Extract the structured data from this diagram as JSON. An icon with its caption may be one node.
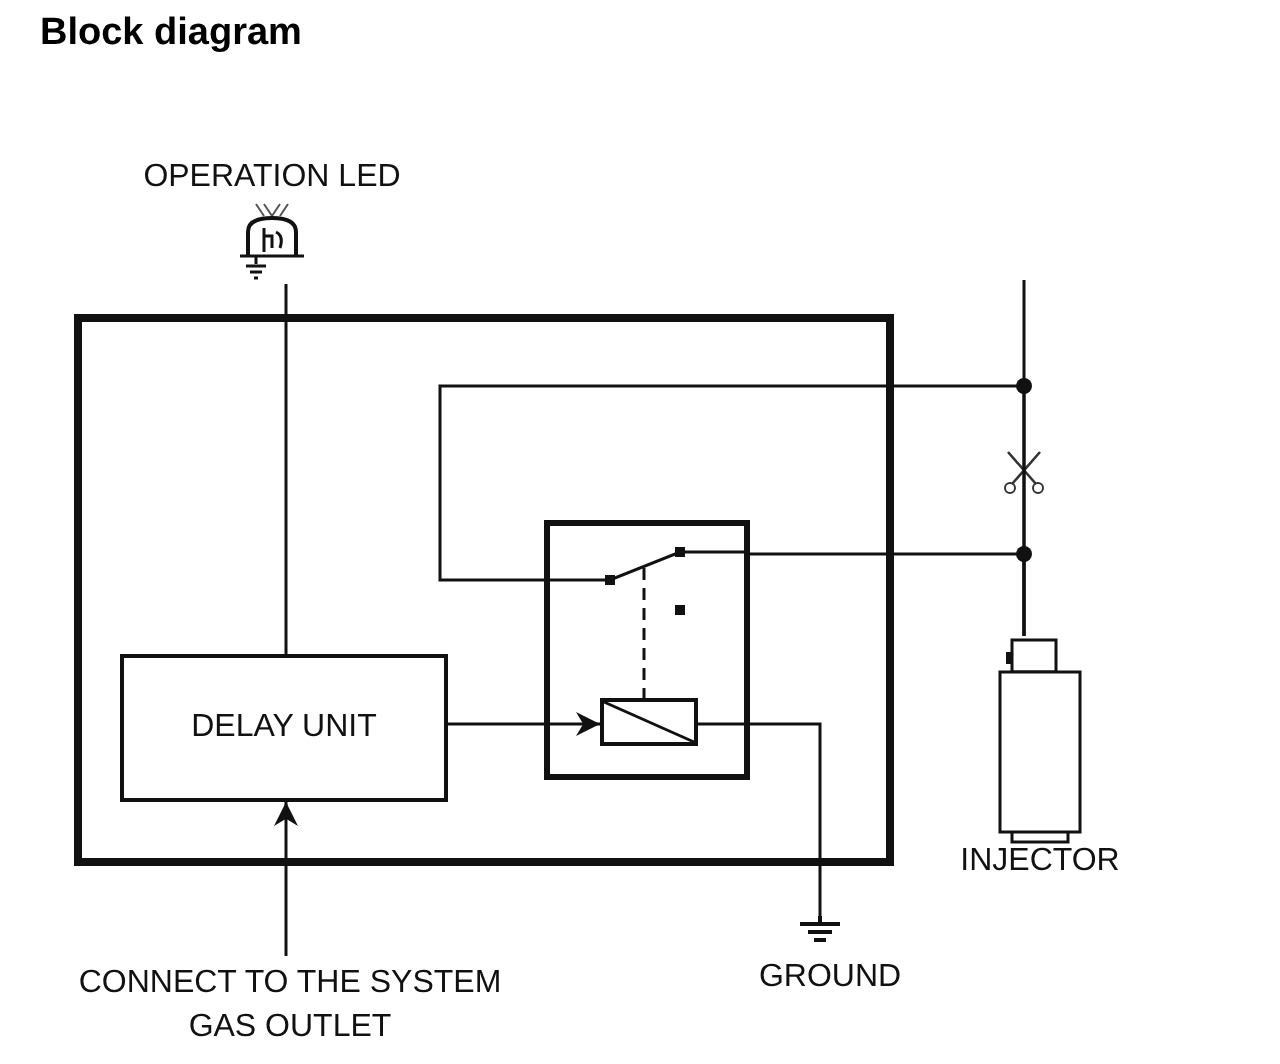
{
  "diagram": {
    "title": "Block diagram",
    "nodes": [
      {
        "text": [],
        "shape": "box"
      },
      {
        "text": [
          "DELAY UNIT"
        ],
        "in": 0
      },
      {
        "text": [],
        "shape": "box",
        "in": 0
      },
      {
        "text": [],
        "shape": "box",
        "in": 2
      },
      {
        "text": [
          "OPERATION LED"
        ]
      },
      {
        "text": [
          "CONNECT TO THE SYSTEM GAS OUTLET"
        ]
      },
      {
        "text": [
          "GROUND"
        ]
      },
      {
        "text": [
          "INJECTOR"
        ]
      }
    ],
    "edges": [
      {
        "from": 1,
        "to": 4,
        "arrow": "none"
      },
      {
        "from": 5,
        "to": 1,
        "arrow": "to"
      },
      {
        "from": 1,
        "to": 3,
        "arrow": "to"
      },
      {
        "from": 3,
        "to": 6,
        "arrow": "none"
      },
      {
        "from": 2,
        "to": 7,
        "arrow": "none"
      },
      {
        "from": 2,
        "to": 7,
        "arrow": "none"
      },
      {
        "from": null,
        "to": 7,
        "arrow": "none"
      }
    ]
  }
}
